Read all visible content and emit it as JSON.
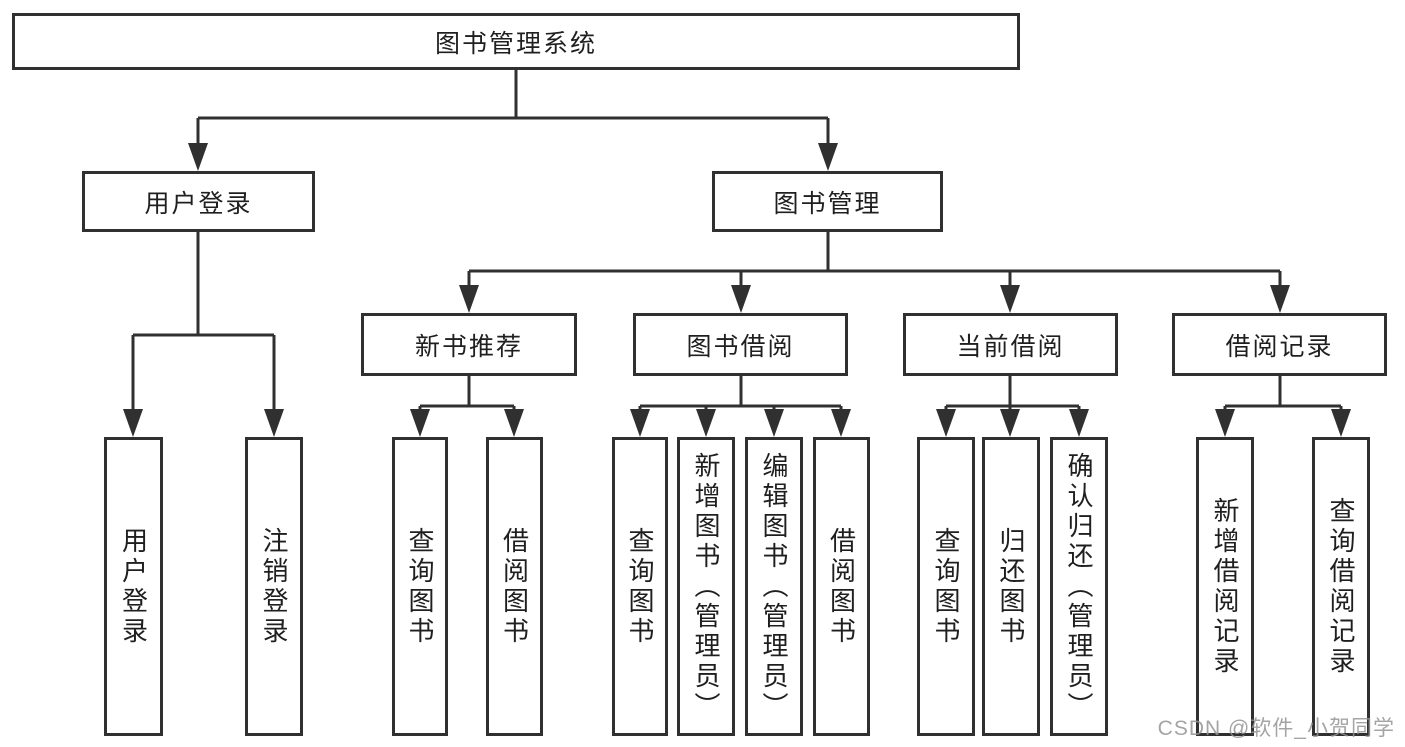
{
  "colors": {
    "background": "#ffffff",
    "box_border": "#303030",
    "connector_line": "#303030",
    "text": "#1f1f1f",
    "watermark_text": "#949494"
  },
  "nodes": {
    "root": {
      "label": "图书管理系统"
    },
    "user_login": {
      "label": "用户登录"
    },
    "book_mgmt": {
      "label": "图书管理"
    },
    "new_recommend": {
      "label": "新书推荐"
    },
    "book_borrow": {
      "label": "图书借阅"
    },
    "current_borrow": {
      "label": "当前借阅"
    },
    "borrow_records": {
      "label": "借阅记录"
    },
    "leaves": {
      "login": {
        "label": "用户登录"
      },
      "logout": {
        "label": "注销登录"
      },
      "nr_query_books": {
        "label": "查询图书"
      },
      "nr_borrow_books": {
        "label": "借阅图书"
      },
      "bb_query_books": {
        "label": "查询图书"
      },
      "bb_add_books": {
        "label": "新增图书（管理员）"
      },
      "bb_edit_books": {
        "label": "编辑图书（管理员）"
      },
      "bb_borrow_books": {
        "label": "借阅图书"
      },
      "cb_query_books": {
        "label": "查询图书"
      },
      "cb_return_books": {
        "label": "归还图书"
      },
      "cb_confirm_return": {
        "label": "确认归还（管理员）"
      },
      "br_add_record": {
        "label": "新增借阅记录"
      },
      "br_query_record": {
        "label": "查询借阅记录"
      }
    }
  },
  "hierarchy": {
    "图书管理系统": [
      "用户登录",
      "图书管理"
    ],
    "用户登录": [
      "用户登录",
      "注销登录"
    ],
    "图书管理": [
      "新书推荐",
      "图书借阅",
      "当前借阅",
      "借阅记录"
    ],
    "新书推荐": [
      "查询图书",
      "借阅图书"
    ],
    "图书借阅": [
      "查询图书",
      "新增图书（管理员）",
      "编辑图书（管理员）",
      "借阅图书"
    ],
    "当前借阅": [
      "查询图书",
      "归还图书",
      "确认归还（管理员）"
    ],
    "借阅记录": [
      "新增借阅记录",
      "查询借阅记录"
    ]
  },
  "watermark": {
    "text": "CSDN @软件_小贺同学"
  }
}
